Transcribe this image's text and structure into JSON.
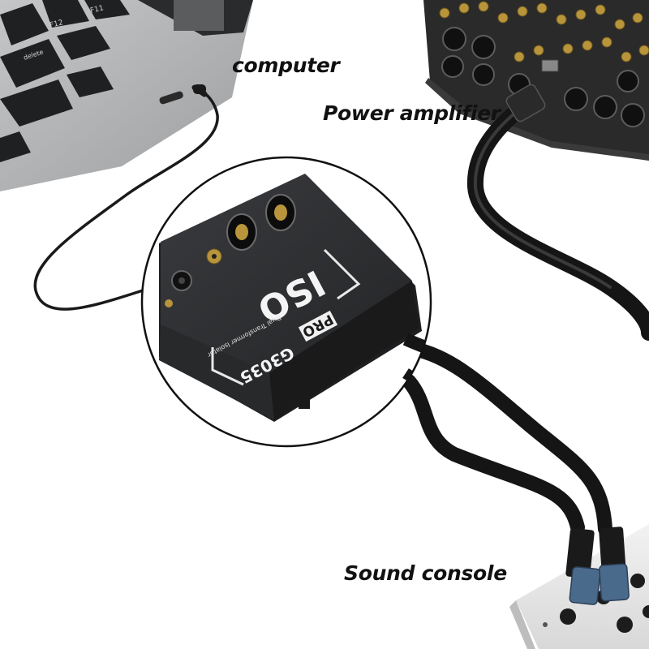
{
  "labels": {
    "computer": "computer",
    "power_amplifier": "Power amplifier",
    "sound_console": "Sound console"
  },
  "device": {
    "brand": "PRO",
    "model": "G3035",
    "name": "ISO",
    "subtitle": "Dual Transformer Isolator"
  },
  "laptop_keys": {
    "f11": "F11",
    "f12": "F12",
    "delete": "delete"
  },
  "colors": {
    "laptop_body": "#a8aaac",
    "device_body": "#2e2f31",
    "cable": "#1a1a1a",
    "connector_accent": "#4a6a8c",
    "amplifier_body": "#2a2a2a",
    "gold_connector": "#b8953a"
  }
}
